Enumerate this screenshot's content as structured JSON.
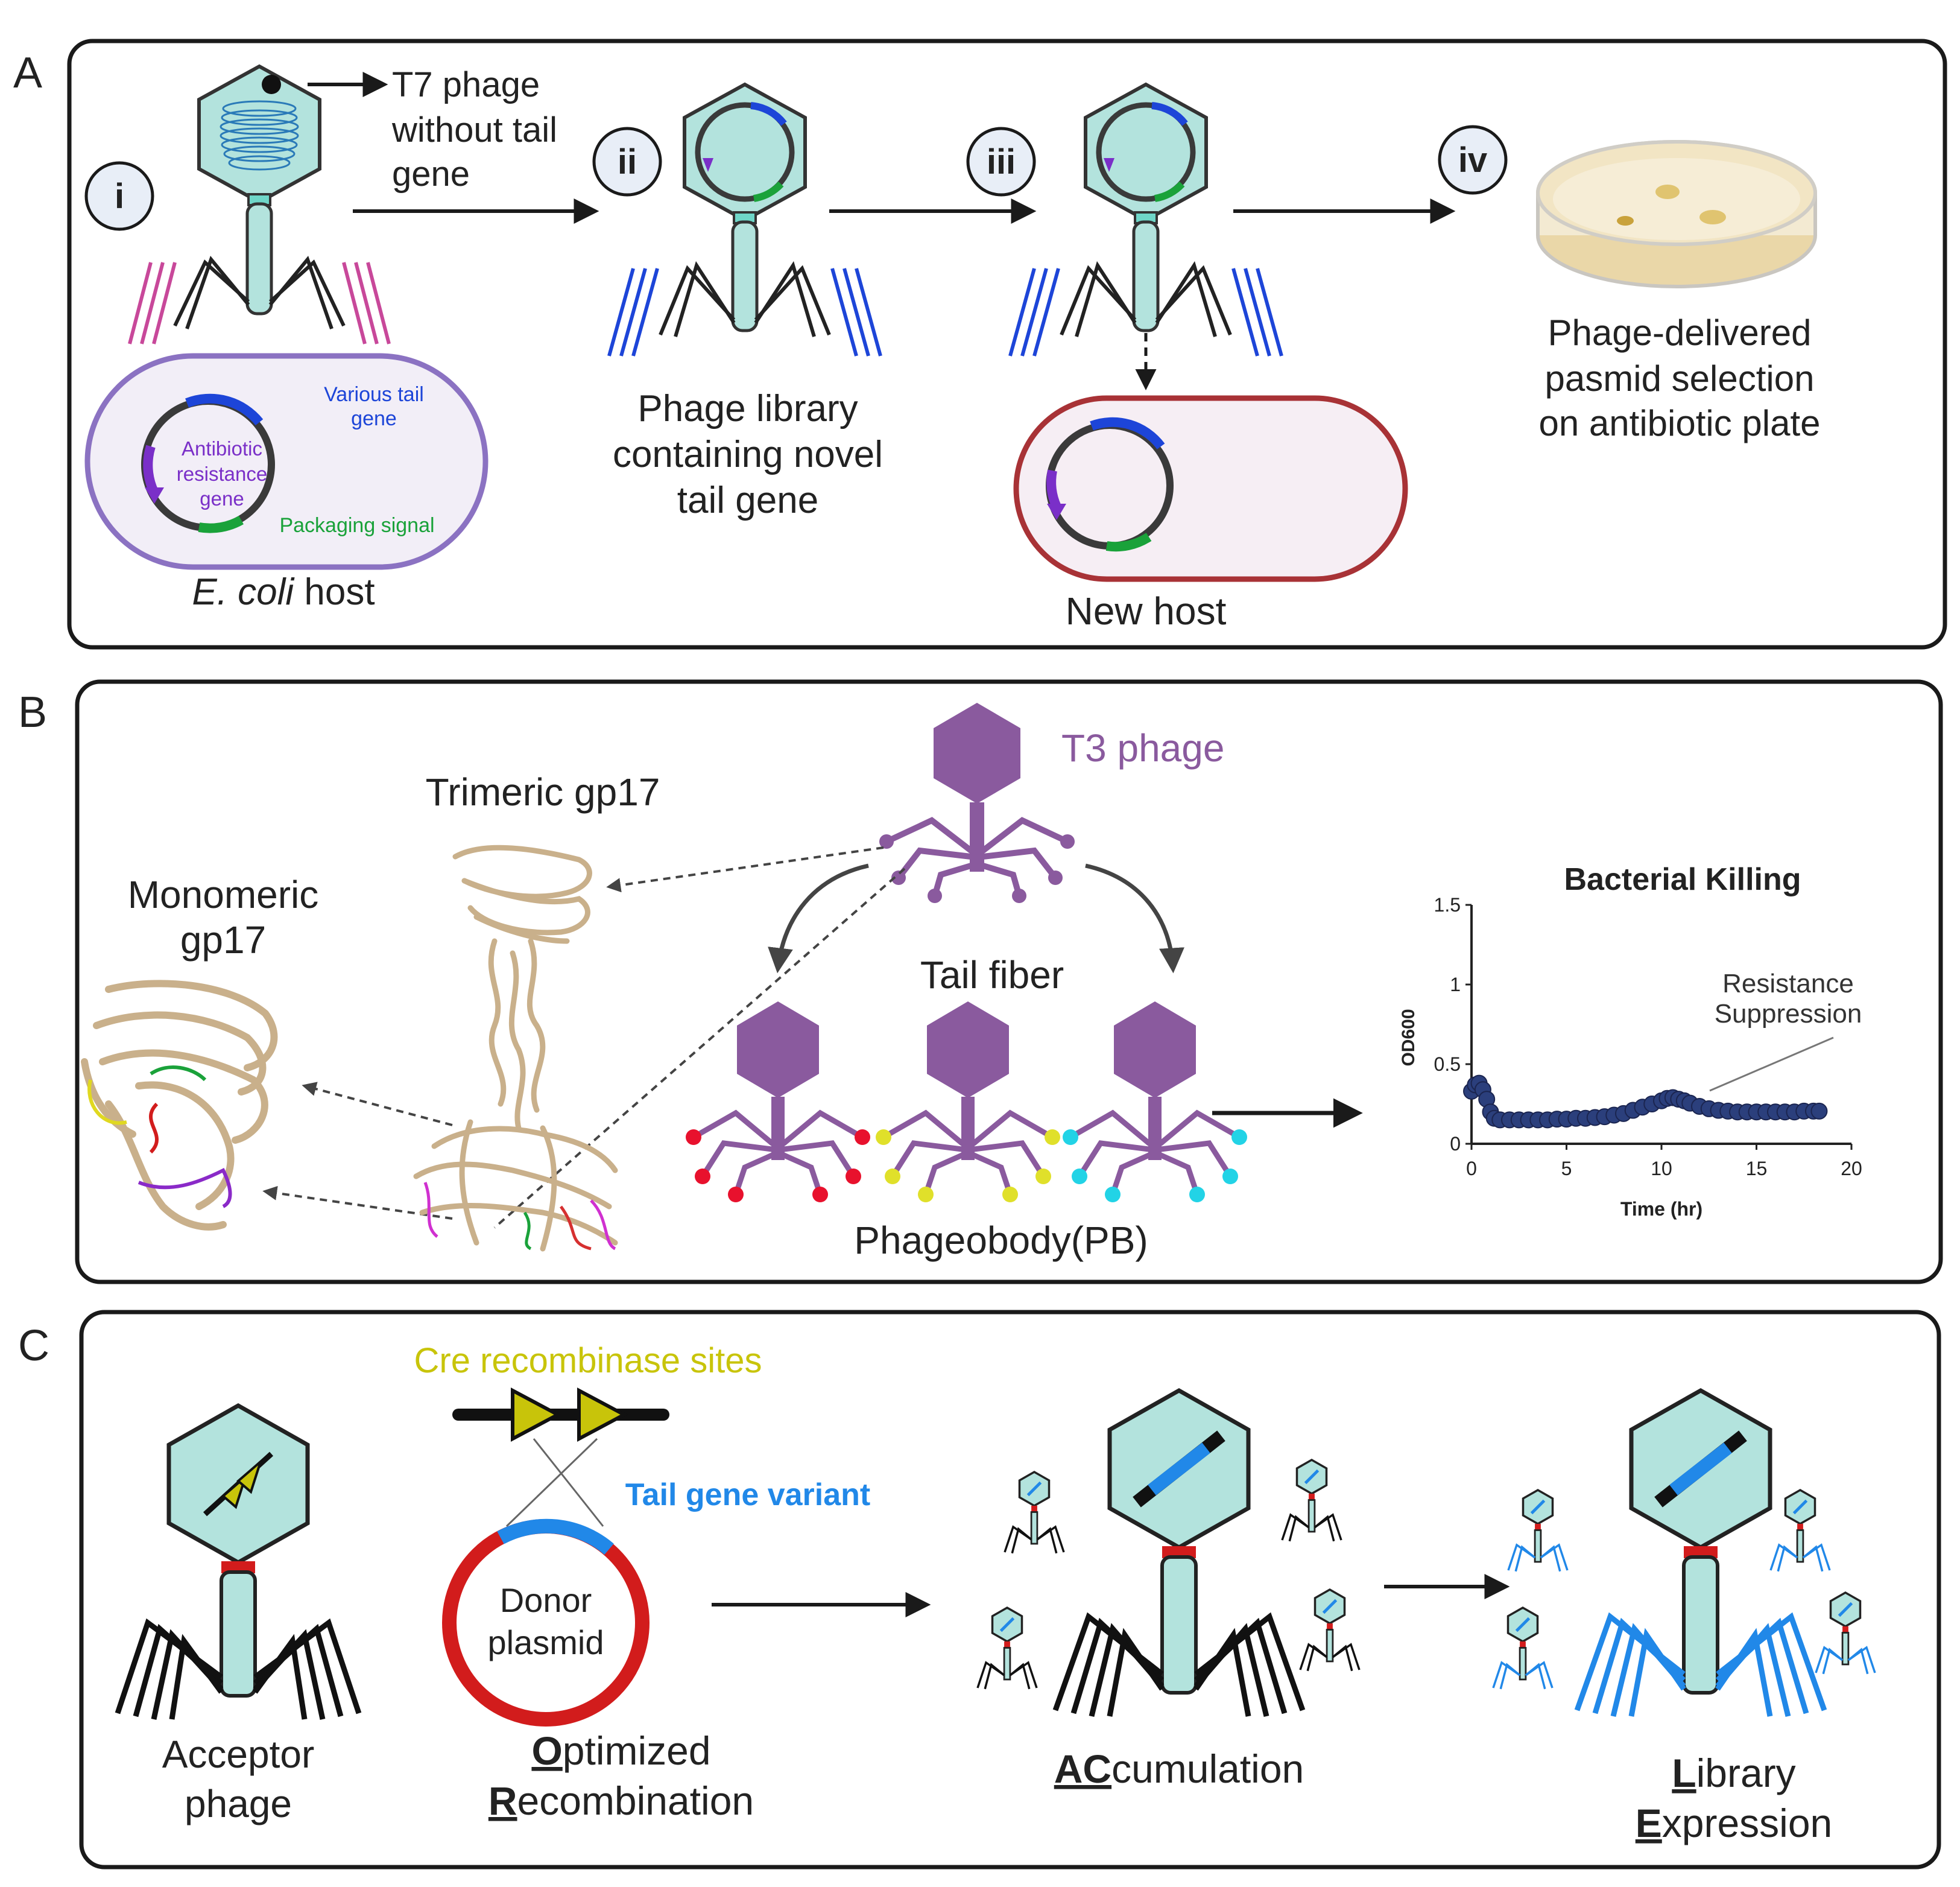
{
  "panel_a": {
    "letter": "A",
    "steps": [
      "i",
      "ii",
      "iii",
      "iv"
    ],
    "t7_label": [
      "T7 phage",
      "without tail",
      "gene"
    ],
    "plasmid_labels": {
      "tail": [
        "Various tail",
        "gene"
      ],
      "antibiotic": [
        "Antibiotic",
        "resistance",
        "gene"
      ],
      "packaging": "Packaging signal"
    },
    "host_label_italic": "E. coli",
    "host_label_rest": " host",
    "library_label": [
      "Phage library",
      "containing novel",
      "tail gene"
    ],
    "new_host_label": "New host",
    "selection_label": [
      "Phage-delivered",
      "pasmid selection",
      "on antibiotic plate"
    ]
  },
  "panel_b": {
    "letter": "B",
    "t3_label": "T3 phage",
    "trimeric_label": "Trimeric gp17",
    "monomeric_label": [
      "Monomeric",
      "gp17"
    ],
    "tail_fiber_label": "Tail fiber",
    "phageobody_label": "Phageobody(PB)",
    "fiber_tip_colors": [
      "#e8112d",
      "#e0e02a",
      "#22d3e6"
    ]
  },
  "chart_data": {
    "type": "scatter",
    "title": "Bacterial Killing",
    "xlabel": "Time (hr)",
    "ylabel": "OD600",
    "xlim": [
      0,
      20
    ],
    "ylim": [
      0,
      1.5
    ],
    "xticks": [
      "0",
      "5",
      "10",
      "15",
      "20"
    ],
    "yticks": [
      "0",
      "0.5",
      "1",
      "1.5"
    ],
    "annotation": [
      "Resistance",
      "Suppression"
    ],
    "x": [
      0,
      0.2,
      0.4,
      0.6,
      0.8,
      1.0,
      1.2,
      1.5,
      2,
      2.5,
      3,
      3.5,
      4,
      4.5,
      5,
      5.5,
      6,
      6.5,
      7,
      7.5,
      8,
      8.5,
      9,
      9.5,
      10,
      10.3,
      10.6,
      10.9,
      11.2,
      11.5,
      12,
      12.5,
      13,
      13.5,
      14,
      14.5,
      15,
      15.5,
      16,
      16.5,
      17,
      17.5,
      18,
      18.3
    ],
    "y": [
      0.33,
      0.37,
      0.38,
      0.34,
      0.28,
      0.2,
      0.16,
      0.15,
      0.15,
      0.15,
      0.15,
      0.15,
      0.15,
      0.155,
      0.155,
      0.16,
      0.16,
      0.165,
      0.17,
      0.18,
      0.19,
      0.21,
      0.23,
      0.25,
      0.27,
      0.285,
      0.29,
      0.28,
      0.27,
      0.255,
      0.235,
      0.22,
      0.21,
      0.205,
      0.2,
      0.2,
      0.2,
      0.2,
      0.2,
      0.2,
      0.2,
      0.205,
      0.205,
      0.205
    ]
  },
  "panel_c": {
    "letter": "C",
    "cre_label": "Cre recombinase sites",
    "tail_variant_label": "Tail gene variant",
    "donor_label": [
      "Donor",
      "plasmid"
    ],
    "acceptor_label": [
      "Acceptor",
      "phage"
    ],
    "optimized_bold": "O",
    "optimized_rest": "ptimized",
    "recombination_bold": "R",
    "recombination_rest": "ecombination",
    "accumulation_bold": "AC",
    "accumulation_rest": "cumulation",
    "library_bold": "L",
    "library_rest": "ibrary",
    "expression_bold": "E",
    "expression_rest": "xpression"
  },
  "colors": {
    "capsid": "#b3e3dd",
    "purple_phage": "#8a5a9e",
    "blue_fiber": "#1d45d8",
    "magenta_fiber": "#c8489a",
    "light_blue": "#2188e8",
    "red_plasmid": "#d21c1c",
    "cre_yellow": "#c8c40a",
    "green_signal": "#1aa23a"
  }
}
